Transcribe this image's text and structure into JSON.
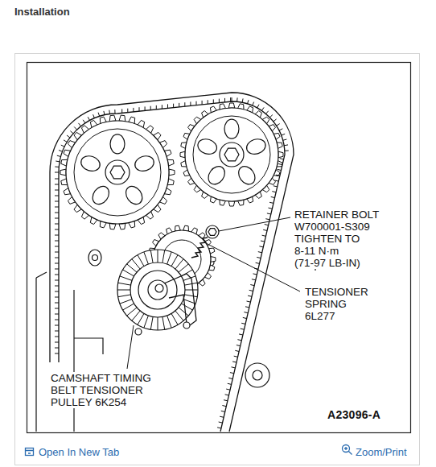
{
  "diagram": {
    "title": "Installation",
    "labels": [
      "RETAINER BOLT W700001-S309 TIGHTEN TO 8-11 N·m (71-97 LB-IN)",
      "TENSIONER SPRING 6L277",
      "CAMSHAFT TIMING BELT TENSIONER PULLEY 6K254",
      "A23096-A",
      "Open In New Tab",
      "Zoom/Print"
    ]
  }
}
